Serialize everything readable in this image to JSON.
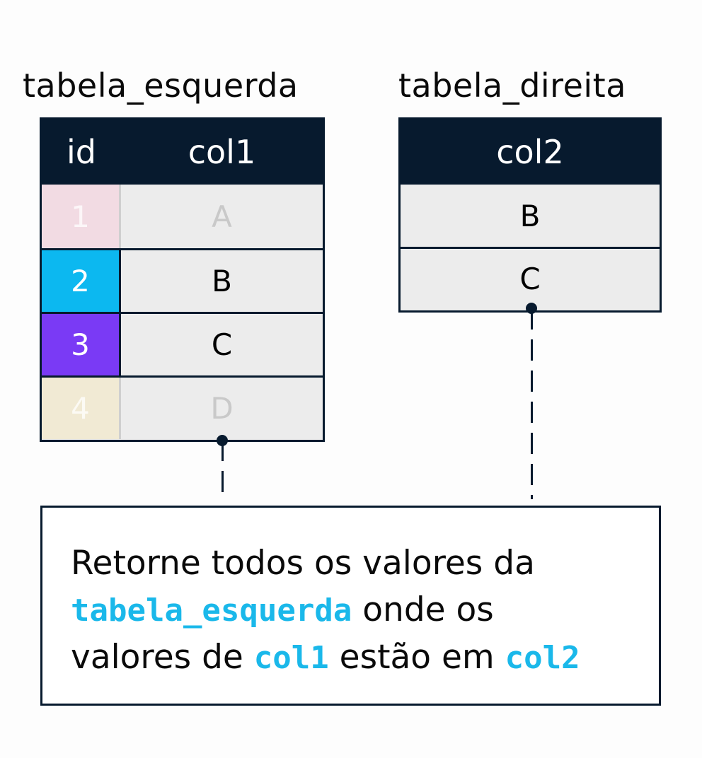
{
  "left_table": {
    "title": "tabela_esquerda",
    "headers": [
      "id",
      "col1"
    ],
    "rows": [
      {
        "id": "1",
        "col1": "A",
        "id_color": "#f2dbe3",
        "state": "faded"
      },
      {
        "id": "2",
        "col1": "B",
        "id_color": "#0cb8f0",
        "state": "active"
      },
      {
        "id": "3",
        "col1": "C",
        "id_color": "#7a3af5",
        "state": "active"
      },
      {
        "id": "4",
        "col1": "D",
        "id_color": "#f1ead4",
        "state": "faded"
      }
    ]
  },
  "right_table": {
    "title": "tabela_direita",
    "headers": [
      "col2"
    ],
    "rows": [
      {
        "col2": "B"
      },
      {
        "col2": "C"
      }
    ]
  },
  "note": {
    "line1": "Retorne todos os valores da",
    "line2_code": "tabela_esquerda",
    "line2_text": " onde os",
    "line3_text_a": "valores de ",
    "line3_code_a": "col1",
    "line3_text_b": " estão em ",
    "line3_code_b": "col2"
  },
  "colors": {
    "header_bg": "#071a2e",
    "code_highlight": "#1ab8ea",
    "cell_bg": "#ececec"
  }
}
